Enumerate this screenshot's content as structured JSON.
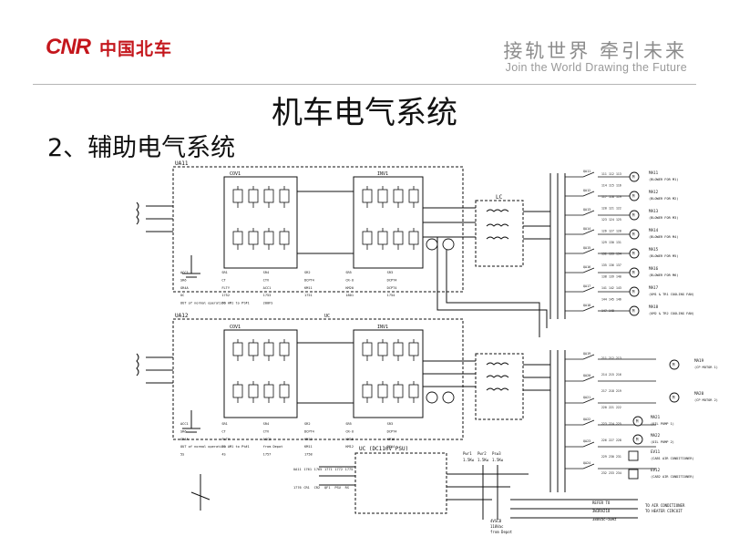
{
  "header": {
    "logo_text": "CNR",
    "company_name": "中国北车",
    "slogan_zh": "接轨世界 牵引未来",
    "slogan_en": "Join the World   Drawing the Future"
  },
  "slide": {
    "title": "机车电气系统",
    "subtitle": "2、辅助电气系统"
  },
  "diagram": {
    "units": {
      "ua11": "UA11",
      "ua12": "UA12",
      "lc": "LC",
      "uc": "UC",
      "uc_psu": "UC  (DC110V PSU)",
      "cov1": "COV1",
      "inv1": "INV1",
      "cov1b": "COV1",
      "inv1b": "INV1"
    },
    "upper_labels": [
      "ACC1",
      "SR1",
      "SR4",
      "SR2",
      "SR5",
      "SR3",
      "SR6",
      "CT",
      "CTV",
      "DCPT4",
      "CR-U",
      "DCPT4",
      "GR4A",
      "FLTY",
      "ACC1",
      "KM11",
      "KM20",
      "DCPT4",
      "UC",
      "1752",
      "1753",
      "1751",
      "1801",
      "1754",
      "OUT of normal operation",
      "TO AM1 to Pt#1",
      "200FS"
    ],
    "lower_labels": [
      "ACC1",
      "SR1",
      "SR4",
      "SR2",
      "SR5",
      "SR3",
      "SR6",
      "CT",
      "CTV",
      "DCPT4",
      "CR-U",
      "DCPT4",
      "GR4A",
      "FLTY",
      "ACC2",
      "KM12",
      "KM15",
      "KM16",
      "OUT of normal operation",
      "TO AM1 to Pt#1",
      "from Depot",
      "KM11",
      "KM12",
      "3SA4",
      "5S",
      "4S",
      "1757",
      "1758"
    ],
    "uc_labels": [
      "UA11",
      "1761",
      "1765",
      "1771",
      "1772",
      "1775",
      "1776",
      "CR1",
      "CR2",
      "QF1",
      "PSU",
      "RS"
    ],
    "bottom_labels": [
      "REFER TO",
      "3W3RA218",
      "380Vac~50Hz",
      "TO AIR CONDITIONER",
      "TO HEATER CIRCUIT",
      "Pwr1",
      "Pwr2",
      "Psw3",
      "1.5Kw",
      "1.5Kw",
      "1.5Kw",
      "4VSCB",
      "110Vac",
      "from Depot"
    ],
    "blowers": [
      {
        "id": "MA11",
        "label": "(BLOWER FOR M1)"
      },
      {
        "id": "MA12",
        "label": "(BLOWER FOR M2)"
      },
      {
        "id": "MA13",
        "label": "(BLOWER FOR M3)"
      },
      {
        "id": "MA14",
        "label": "(BLOWER FOR M4)"
      },
      {
        "id": "MA15",
        "label": "(BLOWER FOR M5)"
      },
      {
        "id": "MA16",
        "label": "(BLOWER FOR M6)"
      },
      {
        "id": "MA17",
        "label": "(UM1 & TR1 COOLING FAN)"
      },
      {
        "id": "MA18",
        "label": "(UM2 & TR2 COOLING FAN)"
      }
    ],
    "compressors": [
      {
        "id": "MA19",
        "label": "(CP MOTOR 1)"
      },
      {
        "id": "MA20",
        "label": "(CP MOTOR 2)"
      }
    ],
    "oil_pumps": [
      {
        "id": "MA21",
        "label": "(OIL PUMP 1)"
      },
      {
        "id": "MA22",
        "label": "(OIL PUMP 2)"
      }
    ],
    "air_cond": [
      {
        "id": "EV11",
        "label": "(CAB1 AIR CONDITIONER)"
      },
      {
        "id": "EV12",
        "label": "(CAB2 AIR CONDITIONER)"
      }
    ],
    "wire_numbers_upper": [
      "111",
      "112",
      "113",
      "114",
      "115",
      "116",
      "117",
      "118",
      "119",
      "120",
      "121",
      "122",
      "123",
      "124",
      "125",
      "126",
      "127",
      "128",
      "129",
      "130",
      "131",
      "132",
      "133",
      "134",
      "135",
      "136",
      "137",
      "138",
      "139",
      "140",
      "141",
      "142",
      "143",
      "144",
      "145",
      "146",
      "147",
      "148"
    ],
    "wire_numbers_lower": [
      "211",
      "212",
      "213",
      "214",
      "215",
      "216",
      "217",
      "218",
      "219",
      "220",
      "221",
      "222",
      "223",
      "224",
      "225",
      "226",
      "227",
      "228",
      "229",
      "230",
      "231",
      "232",
      "233",
      "234"
    ],
    "switches_upper": [
      "QA11",
      "QA12",
      "QA13",
      "QA14",
      "QA15",
      "QA16",
      "QA17",
      "QA18"
    ],
    "switches_lower": [
      "QA19",
      "QA20",
      "QA21",
      "QA22",
      "QA23",
      "QA24"
    ]
  }
}
